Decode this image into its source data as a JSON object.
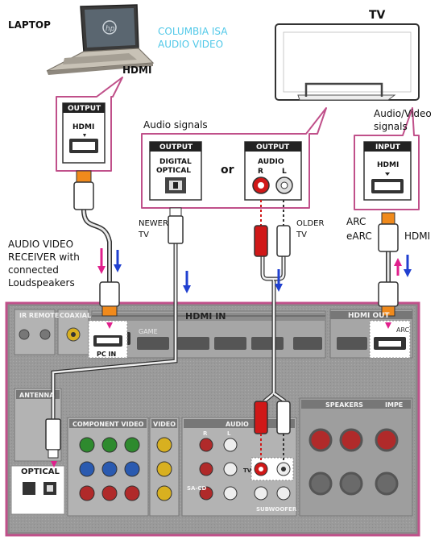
{
  "labels": {
    "laptop": "LAPTOP",
    "laptop_hdmi": "HDMI",
    "watermark_line1": "COLUMBIA ISA",
    "watermark_line2": "AUDIO VIDEO",
    "tv": "TV",
    "audio_signals": "Audio signals",
    "av_signals_line1": "Audio/Video",
    "av_signals_line2": "signals",
    "or": "or",
    "newer_tv_line1": "NEWER",
    "newer_tv_line2": "TV",
    "older_tv_line1": "OLDER",
    "older_tv_line2": "TV",
    "arc": "ARC",
    "earc": "eARC",
    "arc_hdmi": "HDMI",
    "receiver_line1": "AUDIO VIDEO",
    "receiver_line2": "RECEIVER with",
    "receiver_line3": "connected",
    "receiver_line4": "Loudspeakers"
  },
  "callouts": {
    "laptop_output_title": "OUTPUT",
    "laptop_output_port": "HDMI",
    "tv_output1_title": "OUTPUT",
    "tv_output1_port_line1": "DIGITAL",
    "tv_output1_port_line2": "OPTICAL",
    "tv_output2_title": "OUTPUT",
    "tv_output2_port": "AUDIO",
    "tv_output2_r": "R",
    "tv_output2_l": "L",
    "tv_input_title": "INPUT",
    "tv_input_port": "HDMI"
  },
  "panel": {
    "ir_remote": "IR REMOTE",
    "coaxial": "COAXIAL",
    "hdmi_in": "HDMI  IN",
    "hdmi_out": "HDMI OUT",
    "pc_in": "PC  IN",
    "game": "GAME",
    "arc": "ARC",
    "antenna": "ANTENNA",
    "component_video": "COMPONENT VIDEO",
    "video": "VIDEO",
    "audio": "AUDIO",
    "speakers": "SPEAKERS",
    "impe": "IMPE",
    "optical": "OPTICAL",
    "subwoofer": "SUBWOOFER",
    "tv_jack": "TV",
    "sa_cd": "SA-CD",
    "r": "R",
    "l": "L"
  },
  "colors": {
    "callout_border": "#c0508a",
    "panel_border": "#c0508a",
    "arrow_pink": "#e0208c",
    "arrow_blue": "#2040d0",
    "watermark": "#50c8e8",
    "connector_orange": "#f08a1c",
    "rca_red": "#d01818"
  }
}
